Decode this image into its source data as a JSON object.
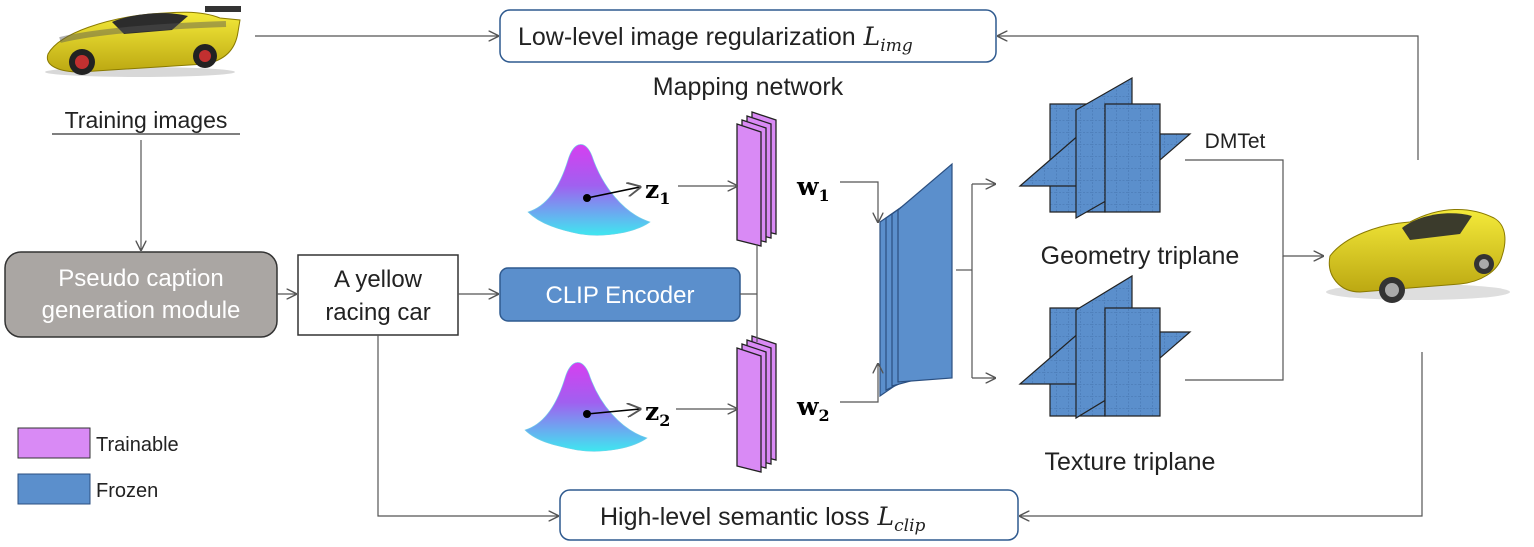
{
  "labels": {
    "training_images": "Training images",
    "pseudo_caption": [
      "Pseudo caption",
      "generation module"
    ],
    "caption_text": [
      "A yellow",
      "racing car"
    ],
    "clip_encoder": "CLIP Encoder",
    "mapping_network": "Mapping network",
    "dmtet": "DMTet",
    "geometry_triplane": "Geometry triplane",
    "texture_triplane": "Texture triplane",
    "low_level_loss": "Low-level image regularization",
    "low_level_symbol": "L",
    "low_level_sub": "img",
    "high_level_loss": "High-level semantic loss",
    "high_level_symbol": "L",
    "high_level_sub": "clip",
    "z1": "z",
    "z1_sub": "1",
    "z2": "z",
    "z2_sub": "2",
    "w1": "w",
    "w1_sub": "1",
    "w2": "w",
    "w2_sub": "2"
  },
  "legend": [
    {
      "label": "Trainable",
      "color": "#d98af5"
    },
    {
      "label": "Frozen",
      "color": "#5b8fcc"
    }
  ],
  "colors": {
    "trainable": "#d98af5",
    "frozen": "#5b8fcc",
    "gray_box": "#aaa6a3",
    "car_yellow": "#e8d820",
    "gaussian_top": "#d63ff0",
    "gaussian_base": "#3fe7f0"
  }
}
